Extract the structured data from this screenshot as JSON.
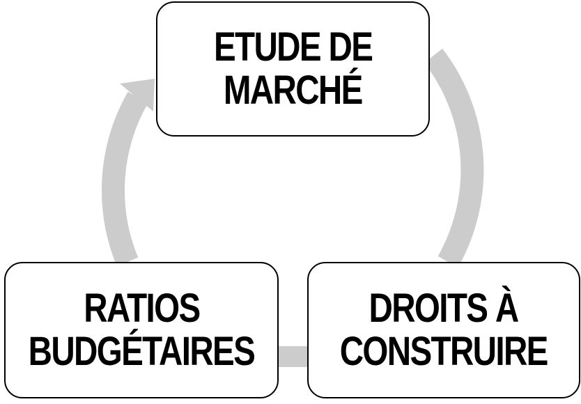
{
  "diagram": {
    "colors": {
      "arrow": "#cccccc",
      "box_border": "#000000",
      "box_fill": "#ffffff",
      "text": "#000000"
    },
    "nodes": {
      "etude": {
        "line1": "ETUDE DE",
        "line2": "MARCHÉ"
      },
      "ratios": {
        "line1": "RATIOS",
        "line2": "BUDGÉTAIRES"
      },
      "droits": {
        "line1": "DROITS À",
        "line2": "CONSTRUIRE"
      }
    }
  }
}
